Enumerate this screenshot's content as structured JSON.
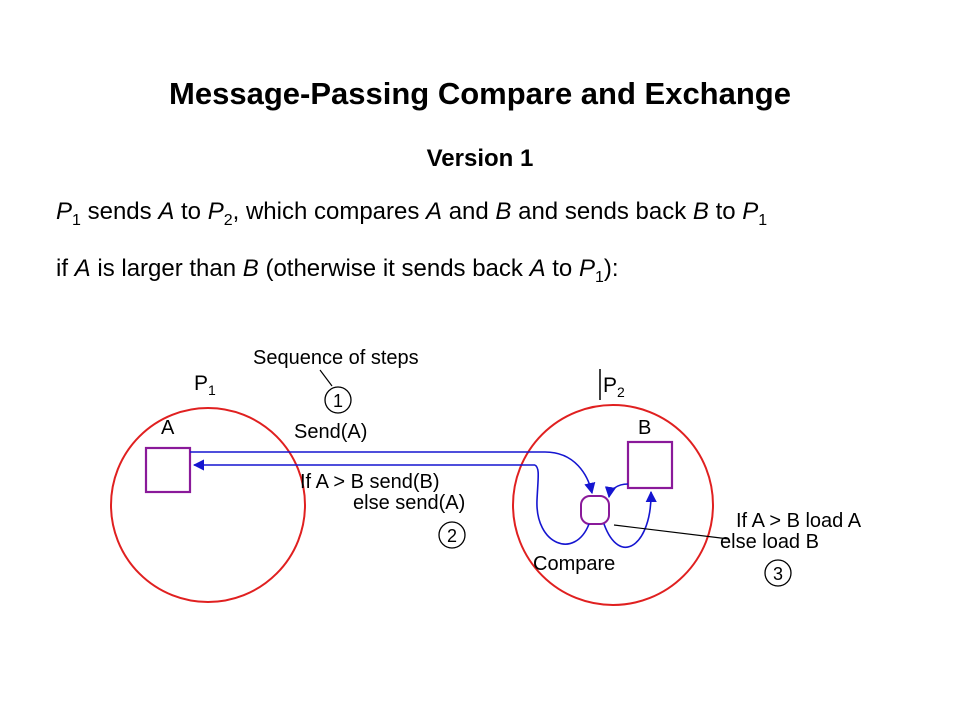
{
  "header": {
    "title": "Message-Passing Compare and Exchange",
    "subtitle": "Version 1"
  },
  "description": {
    "line1": {
      "p1_letter": "P",
      "p1_sub": "1",
      "t1": " sends ",
      "a1": "A",
      "t2": " to ",
      "p2_letter": "P",
      "p2_sub": "2",
      "t3": ", which compares ",
      "a2": "A",
      "t4": " and ",
      "b1": "B",
      "t5": " and sends back ",
      "b2": "B",
      "t6": " to ",
      "p3_letter": "P",
      "p3_sub": "1"
    },
    "line2": {
      "t1": "if ",
      "a1": "A",
      "t2": " is larger than ",
      "b1": "B",
      "t3": " (otherwise it sends back ",
      "a2": "A",
      "t4": " to ",
      "p_letter": "P",
      "p_sub": "1",
      "t5": "):"
    }
  },
  "diagram": {
    "colors": {
      "process": "#e02020",
      "buffer": "#8a1a9a",
      "arrow": "#1515d0",
      "line": "#000000"
    },
    "sequence_label": "Sequence of steps",
    "p1_label": {
      "letter": "P",
      "sub": "1"
    },
    "p2_label": {
      "letter": "P",
      "sub": "2"
    },
    "a_label": "A",
    "b_label": "B",
    "step1": {
      "number": "1",
      "label": "Send(A)"
    },
    "step2": {
      "number": "2",
      "label_line1": "If A > B send(B)",
      "label_line2": "else send(A)"
    },
    "step3": {
      "number": "3",
      "label_line1": "If A > B load A",
      "label_line2": "else load B"
    },
    "compare_label": "Compare"
  }
}
